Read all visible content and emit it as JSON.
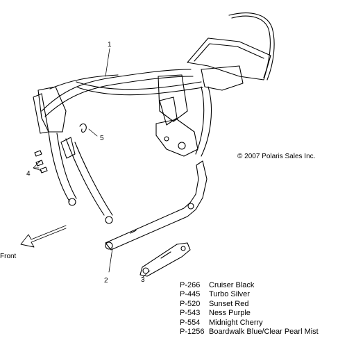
{
  "copyright": "© 2007 Polaris Sales Inc.",
  "direction_label": "Front",
  "callouts": [
    "1",
    "2",
    "3",
    "4",
    "5"
  ],
  "color_legend": [
    {
      "code": "P-266",
      "name": "Cruiser Black"
    },
    {
      "code": "P-445",
      "name": "Turbo Silver"
    },
    {
      "code": "P-520",
      "name": "Sunset Red"
    },
    {
      "code": "P-543",
      "name": "Ness Purple"
    },
    {
      "code": "P-554",
      "name": "Midnight Cherry"
    },
    {
      "code": "P-1256",
      "name": "Boardwalk Blue/Clear Pearl Mist"
    }
  ]
}
